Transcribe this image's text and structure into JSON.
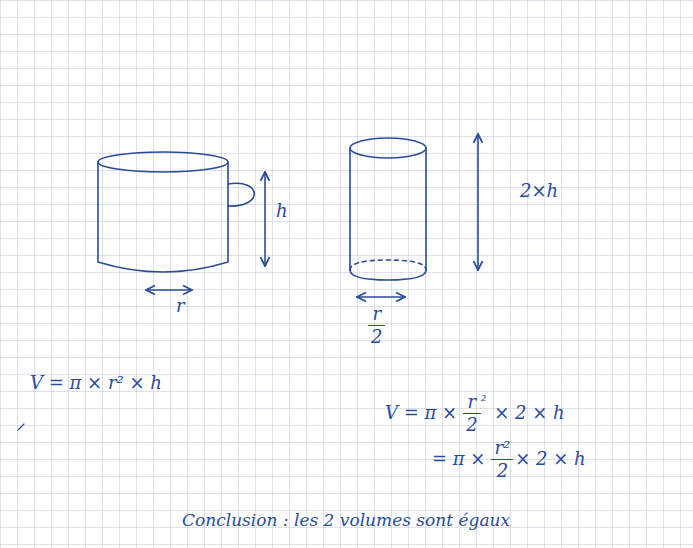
{
  "diagram": {
    "labels": [
      "h",
      "2×h",
      "r",
      "r",
      "2",
      "V = π × r² × h",
      "V = π ×",
      "r",
      "2",
      "²",
      "× 2 × h",
      "= π ×",
      "r²",
      "2",
      "× 2 × h",
      "Conclusion : les 2 volumes sont égaux"
    ]
  }
}
